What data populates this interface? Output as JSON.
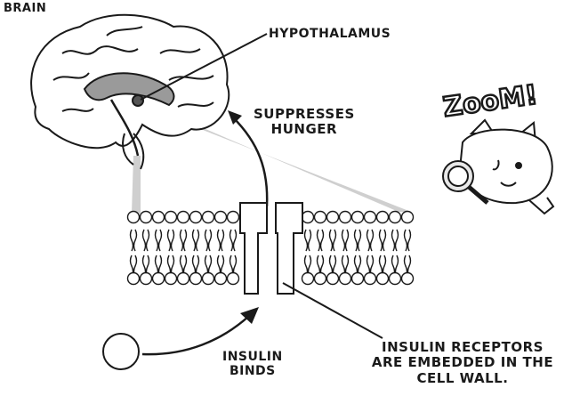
{
  "labels": {
    "brain": "BRAIN",
    "hypothalamus": "HYPOTHALAMUS",
    "suppresses_1": "SUPPRESSES",
    "suppresses_2": "HUNGER",
    "insulin_1": "INSULIN",
    "insulin_2": "BINDS",
    "receptors_1": "INSULIN RECEPTORS",
    "receptors_2": "ARE EMBEDDED IN THE",
    "receptors_3": "CELL WALL.",
    "zoom": "ZooM!"
  },
  "icons": {
    "brain": "brain-icon",
    "membrane": "cell-membrane",
    "receptor": "insulin-receptor",
    "insulin": "insulin-molecule",
    "mascot": "cat-with-magnifier-icon"
  },
  "colors": {
    "ink": "#1a1a1a",
    "zoom_beam": "#c8c8c8",
    "hypothalamus": "#555555",
    "shading": "#9a9a9a"
  }
}
